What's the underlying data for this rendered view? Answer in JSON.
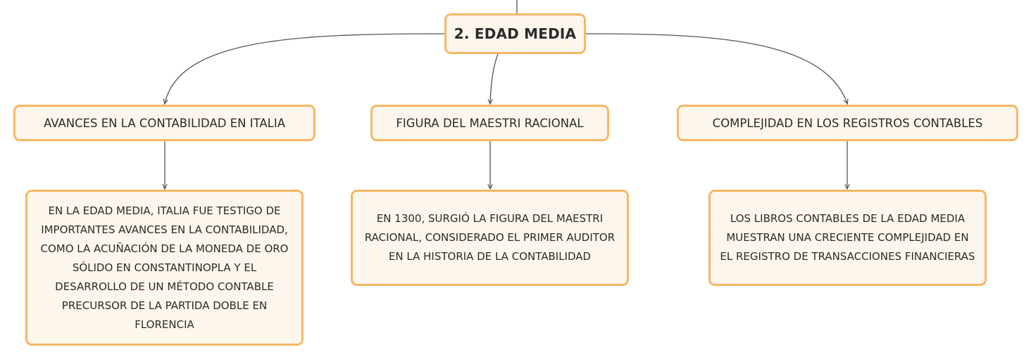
{
  "diagram": {
    "root": {
      "label": "2. EDAD MEDIA"
    },
    "branches": [
      {
        "topic": "AVANCES EN LA CONTABILIDAD EN ITALIA",
        "detail": "EN LA EDAD MEDIA, ITALIA FUE TESTIGO DE IMPORTANTES AVANCES EN LA CONTABILIDAD, COMO LA ACUÑACIÓN DE LA MONEDA DE ORO SÓLIDO EN CONSTANTINOPLA Y EL DESARROLLO DE UN MÉTODO CONTABLE PRECURSOR DE LA PARTIDA DOBLE EN FLORENCIA"
      },
      {
        "topic": "FIGURA DEL MAESTRI RACIONAL",
        "detail": "EN 1300, SURGIÓ LA FIGURA DEL MAESTRI RACIONAL, CONSIDERADO EL PRIMER AUDITOR EN LA HISTORIA DE LA CONTABILIDAD"
      },
      {
        "topic": "COMPLEJIDAD EN LOS REGISTROS CONTABLES",
        "detail": "LOS LIBROS CONTABLES DE LA EDAD MEDIA MUESTRAN UNA CRECIENTE COMPLEJIDAD EN EL REGISTRO DE TRANSACCIONES FINANCIERAS"
      }
    ],
    "colors": {
      "node_fill": "#fdf6ec",
      "node_border": "#f6b766",
      "connector": "#555555"
    }
  }
}
